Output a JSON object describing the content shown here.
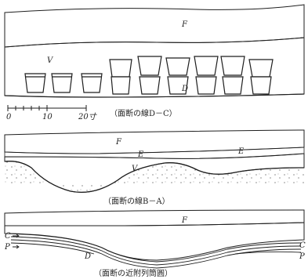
{
  "figure": {
    "panels": [
      {
        "caption": "（面断の線D－C）",
        "labels": {
          "fill": "F",
          "layer_v": "V",
          "layer_d": "D"
        },
        "scale_bar": {
          "ticks": [
            "0",
            "10",
            "20寸"
          ]
        }
      },
      {
        "caption": "（面断の線B－A）",
        "labels": {
          "fill": "F",
          "layer_e_left": "E",
          "layer_e_right": "E",
          "layer_v": "V"
        }
      },
      {
        "caption": "（面断の近附列筒圓）",
        "labels": {
          "fill": "F",
          "c_left": "C",
          "p_left": "P",
          "d": "D",
          "c_right": "C",
          "p_right": "P"
        }
      }
    ]
  }
}
